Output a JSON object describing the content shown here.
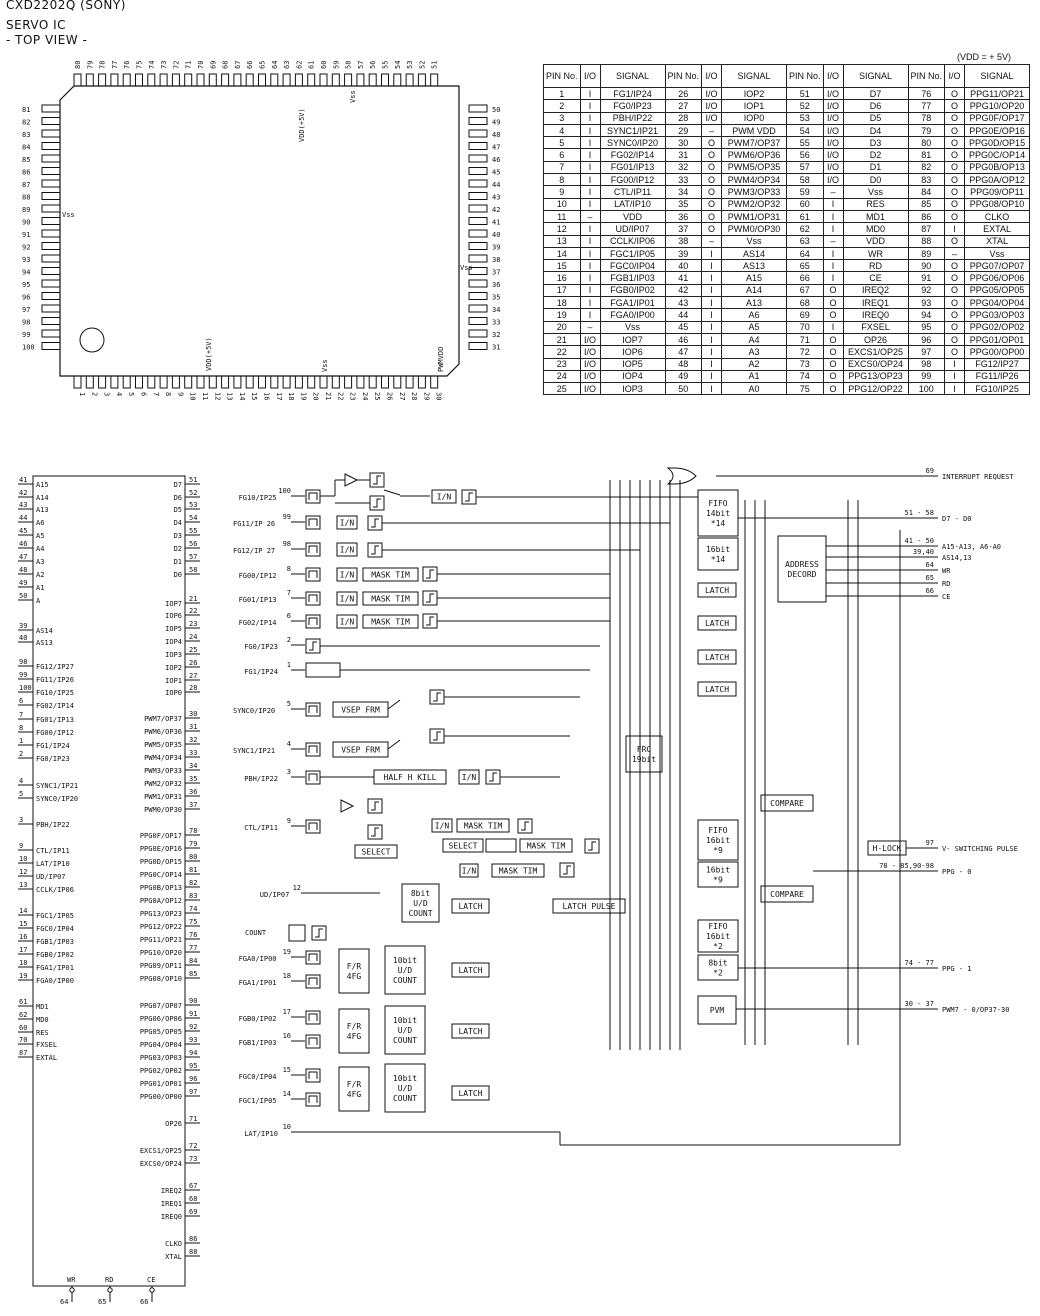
{
  "header": {
    "part": "CXD2202Q (SONY)",
    "kind": "SERVO IC",
    "view": "- TOP VIEW -"
  },
  "package": {
    "top_pins": [
      "80",
      "79",
      "78",
      "77",
      "76",
      "75",
      "74",
      "73",
      "72",
      "71",
      "70",
      "69",
      "68",
      "67",
      "66",
      "65",
      "64",
      "63",
      "62",
      "61",
      "60",
      "59",
      "58",
      "57",
      "56",
      "55",
      "54",
      "53",
      "52",
      "51"
    ],
    "bottom_pins": [
      "1",
      "2",
      "3",
      "4",
      "5",
      "6",
      "7",
      "8",
      "9",
      "10",
      "11",
      "12",
      "13",
      "14",
      "15",
      "16",
      "17",
      "18",
      "19",
      "20",
      "21",
      "22",
      "23",
      "24",
      "25",
      "26",
      "27",
      "28",
      "29",
      "30"
    ],
    "left_pins": [
      "81",
      "82",
      "83",
      "84",
      "85",
      "86",
      "87",
      "88",
      "89",
      "90",
      "91",
      "92",
      "93",
      "94",
      "95",
      "96",
      "97",
      "98",
      "99",
      "100"
    ],
    "right_pins": [
      "50",
      "49",
      "48",
      "47",
      "46",
      "45",
      "44",
      "43",
      "42",
      "41",
      "40",
      "39",
      "38",
      "37",
      "36",
      "35",
      "34",
      "33",
      "32",
      "31"
    ],
    "labels": {
      "vdd_top": "VDD(+5V)",
      "vss_top": "Vss",
      "vss_left": "Vss",
      "vss_right": "Vss",
      "vdd_bottom": "VDD(+5V)",
      "vss_bottom": "Vss",
      "pwm_vdd": "PWMVDD"
    }
  },
  "pin_table": {
    "supply_note": "(VDD = + 5V)",
    "headers": [
      "PIN No.",
      "I/O",
      "SIGNAL"
    ],
    "rows": [
      [
        [
          "1",
          "I",
          "FG1/IP24"
        ],
        [
          "26",
          "I/O",
          "IOP2"
        ],
        [
          "51",
          "I/O",
          "D7"
        ],
        [
          "76",
          "O",
          "PPG11/OP21"
        ]
      ],
      [
        [
          "2",
          "I",
          "FG0/IP23"
        ],
        [
          "27",
          "I/O",
          "IOP1"
        ],
        [
          "52",
          "I/O",
          "D6"
        ],
        [
          "77",
          "O",
          "PPG10/OP20"
        ]
      ],
      [
        [
          "3",
          "I",
          "PBH/IP22"
        ],
        [
          "28",
          "I/O",
          "IOP0"
        ],
        [
          "53",
          "I/O",
          "D5"
        ],
        [
          "78",
          "O",
          "PPG0F/OP17"
        ]
      ],
      [
        [
          "4",
          "I",
          "SYNC1/IP21"
        ],
        [
          "29",
          "–",
          "PWM VDD"
        ],
        [
          "54",
          "I/O",
          "D4"
        ],
        [
          "79",
          "O",
          "PPG0E/OP16"
        ]
      ],
      [
        [
          "5",
          "I",
          "SYNC0/IP20"
        ],
        [
          "30",
          "O",
          "PWM7/OP37"
        ],
        [
          "55",
          "I/O",
          "D3"
        ],
        [
          "80",
          "O",
          "PPG0D/OP15"
        ]
      ],
      [
        [
          "6",
          "I",
          "FG02/IP14"
        ],
        [
          "31",
          "O",
          "PWM6/OP36"
        ],
        [
          "56",
          "I/O",
          "D2"
        ],
        [
          "81",
          "O",
          "PPG0C/OP14"
        ]
      ],
      [
        [
          "7",
          "I",
          "FG01/IP13"
        ],
        [
          "32",
          "O",
          "PWM5/OP35"
        ],
        [
          "57",
          "I/O",
          "D1"
        ],
        [
          "82",
          "O",
          "PPG0B/OP13"
        ]
      ],
      [
        [
          "8",
          "I",
          "FG00/IP12"
        ],
        [
          "33",
          "O",
          "PWM4/OP34"
        ],
        [
          "58",
          "I/O",
          "D0"
        ],
        [
          "83",
          "O",
          "PPG0A/OP12"
        ]
      ],
      [
        [
          "9",
          "I",
          "CTL/IP11"
        ],
        [
          "34",
          "O",
          "PWM3/OP33"
        ],
        [
          "59",
          "–",
          "Vss"
        ],
        [
          "84",
          "O",
          "PPG09/OP11"
        ]
      ],
      [
        [
          "10",
          "I",
          "LAT/IP10"
        ],
        [
          "35",
          "O",
          "PWM2/OP32"
        ],
        [
          "60",
          "I",
          "RES"
        ],
        [
          "85",
          "O",
          "PPG08/OP10"
        ]
      ],
      [
        [
          "11",
          "–",
          "VDD"
        ],
        [
          "36",
          "O",
          "PWM1/OP31"
        ],
        [
          "61",
          "I",
          "MD1"
        ],
        [
          "86",
          "O",
          "CLKO"
        ]
      ],
      [
        [
          "12",
          "I",
          "UD/IP07"
        ],
        [
          "37",
          "O",
          "PWM0/OP30"
        ],
        [
          "62",
          "I",
          "MD0"
        ],
        [
          "87",
          "I",
          "EXTAL"
        ]
      ],
      [
        [
          "13",
          "I",
          "CCLK/IP06"
        ],
        [
          "38",
          "–",
          "Vss"
        ],
        [
          "63",
          "–",
          "VDD"
        ],
        [
          "88",
          "O",
          "XTAL"
        ]
      ],
      [
        [
          "14",
          "I",
          "FGC1/IP05"
        ],
        [
          "39",
          "I",
          "AS14"
        ],
        [
          "64",
          "I",
          "WR"
        ],
        [
          "89",
          "–",
          "Vss"
        ]
      ],
      [
        [
          "15",
          "I",
          "FGC0/IP04"
        ],
        [
          "40",
          "I",
          "AS13"
        ],
        [
          "65",
          "I",
          "RD"
        ],
        [
          "90",
          "O",
          "PPG07/OP07"
        ]
      ],
      [
        [
          "16",
          "I",
          "FGB1/IP03"
        ],
        [
          "41",
          "I",
          "A15"
        ],
        [
          "66",
          "I",
          "CE"
        ],
        [
          "91",
          "O",
          "PPG06/OP06"
        ]
      ],
      [
        [
          "17",
          "I",
          "FGB0/IP02"
        ],
        [
          "42",
          "I",
          "A14"
        ],
        [
          "67",
          "O",
          "IREQ2"
        ],
        [
          "92",
          "O",
          "PPG05/OP05"
        ]
      ],
      [
        [
          "18",
          "I",
          "FGA1/IP01"
        ],
        [
          "43",
          "I",
          "A13"
        ],
        [
          "68",
          "O",
          "IREQ1"
        ],
        [
          "93",
          "O",
          "PPG04/OP04"
        ]
      ],
      [
        [
          "19",
          "I",
          "FGA0/IP00"
        ],
        [
          "44",
          "I",
          "A6"
        ],
        [
          "69",
          "O",
          "IREQ0"
        ],
        [
          "94",
          "O",
          "PPG03/OP03"
        ]
      ],
      [
        [
          "20",
          "–",
          "Vss"
        ],
        [
          "45",
          "I",
          "A5"
        ],
        [
          "70",
          "I",
          "FXSEL"
        ],
        [
          "95",
          "O",
          "PPG02/OP02"
        ]
      ],
      [
        [
          "21",
          "I/O",
          "IOP7"
        ],
        [
          "46",
          "I",
          "A4"
        ],
        [
          "71",
          "O",
          "OP26"
        ],
        [
          "96",
          "O",
          "PPG01/OP01"
        ]
      ],
      [
        [
          "22",
          "I/O",
          "IOP6"
        ],
        [
          "47",
          "I",
          "A3"
        ],
        [
          "72",
          "O",
          "EXCS1/OP25"
        ],
        [
          "97",
          "O",
          "PPG00/OP00"
        ]
      ],
      [
        [
          "23",
          "I/O",
          "IOP5"
        ],
        [
          "48",
          "I",
          "A2"
        ],
        [
          "73",
          "O",
          "EXCS0/OP24"
        ],
        [
          "98",
          "I",
          "FG12/IP27"
        ]
      ],
      [
        [
          "24",
          "I/O",
          "IOP4"
        ],
        [
          "49",
          "I",
          "A1"
        ],
        [
          "74",
          "O",
          "PPG13/OP23"
        ],
        [
          "99",
          "I",
          "FG11/IP26"
        ]
      ],
      [
        [
          "25",
          "I/O",
          "IOP3"
        ],
        [
          "50",
          "I",
          "A0"
        ],
        [
          "75",
          "O",
          "PPG12/OP22"
        ],
        [
          "100",
          "I",
          "FG10/IP25"
        ]
      ]
    ]
  },
  "symbol": {
    "left": [
      [
        "41",
        "A15"
      ],
      [
        "42",
        "A14"
      ],
      [
        "43",
        "A13"
      ],
      [
        "44",
        "A6"
      ],
      [
        "45",
        "A5"
      ],
      [
        "46",
        "A4"
      ],
      [
        "47",
        "A3"
      ],
      [
        "48",
        "A2"
      ],
      [
        "49",
        "A1"
      ],
      [
        "50",
        "A"
      ],
      [
        "39",
        "AS14"
      ],
      [
        "40",
        "AS13"
      ],
      [
        "98",
        "FG12/IP27"
      ],
      [
        "99",
        "FG11/IP26"
      ],
      [
        "100",
        "FG10/IP25"
      ],
      [
        "6",
        "FG02/IP14"
      ],
      [
        "7",
        "FG01/IP13"
      ],
      [
        "8",
        "FG00/IP12"
      ],
      [
        "1",
        "FG1/IP24"
      ],
      [
        "2",
        "FG0/IP23"
      ],
      [
        "4",
        "SYNC1/IP21"
      ],
      [
        "5",
        "SYNC0/IP20"
      ],
      [
        "3",
        "PBH/IP22"
      ],
      [
        "9",
        "CTL/IP11"
      ],
      [
        "10",
        "LAT/IP10"
      ],
      [
        "12",
        "UD/IP07"
      ],
      [
        "13",
        "CCLK/IP06"
      ],
      [
        "14",
        "FGC1/IP05"
      ],
      [
        "15",
        "FGC0/IP04"
      ],
      [
        "16",
        "FGB1/IP03"
      ],
      [
        "17",
        "FGB0/IP02"
      ],
      [
        "18",
        "FGA1/IP01"
      ],
      [
        "19",
        "FGA0/IP00"
      ],
      [
        "61",
        "MD1"
      ],
      [
        "62",
        "MD0"
      ],
      [
        "60",
        "RES"
      ],
      [
        "70",
        "FXSEL"
      ],
      [
        "87",
        "EXTAL"
      ]
    ],
    "right": [
      [
        "51",
        "D7"
      ],
      [
        "52",
        "D6"
      ],
      [
        "53",
        "D5"
      ],
      [
        "54",
        "D4"
      ],
      [
        "55",
        "D3"
      ],
      [
        "56",
        "D2"
      ],
      [
        "57",
        "D1"
      ],
      [
        "58",
        "D0"
      ],
      [
        "21",
        "IOP7"
      ],
      [
        "22",
        "IOP6"
      ],
      [
        "23",
        "IOP5"
      ],
      [
        "24",
        "IOP4"
      ],
      [
        "25",
        "IOP3"
      ],
      [
        "26",
        "IOP2"
      ],
      [
        "27",
        "IOP1"
      ],
      [
        "28",
        "IOP0"
      ],
      [
        "30",
        "PWM7/OP37"
      ],
      [
        "31",
        "PWM6/OP36"
      ],
      [
        "32",
        "PWM5/OP35"
      ],
      [
        "33",
        "PWM4/OP34"
      ],
      [
        "34",
        "PWM3/OP33"
      ],
      [
        "35",
        "PWM2/OP32"
      ],
      [
        "36",
        "PWM1/OP31"
      ],
      [
        "37",
        "PWM0/OP30"
      ],
      [
        "78",
        "PPG0F/OP17"
      ],
      [
        "79",
        "PPG0E/OP16"
      ],
      [
        "80",
        "PPG0D/OP15"
      ],
      [
        "81",
        "PPG0C/OP14"
      ],
      [
        "82",
        "PPG0B/OP13"
      ],
      [
        "83",
        "PPG0A/OP12"
      ],
      [
        "74",
        "PPG13/OP23"
      ],
      [
        "75",
        "PPG12/OP22"
      ],
      [
        "76",
        "PPG11/OP21"
      ],
      [
        "77",
        "PPG10/OP20"
      ],
      [
        "84",
        "PPG09/OP11"
      ],
      [
        "85",
        "PPG08/OP10"
      ],
      [
        "90",
        "PPG07/OP07"
      ],
      [
        "91",
        "PPG06/OP06"
      ],
      [
        "92",
        "PPG05/OP05"
      ],
      [
        "93",
        "PPG04/OP04"
      ],
      [
        "94",
        "PPG03/OP03"
      ],
      [
        "95",
        "PPG02/OP02"
      ],
      [
        "96",
        "PPG01/OP01"
      ],
      [
        "97",
        "PPG00/OP00"
      ],
      [
        "71",
        "OP26"
      ],
      [
        "72",
        "EXCS1/OP25"
      ],
      [
        "73",
        "EXCS0/OP24"
      ],
      [
        "67",
        "IREQ2"
      ],
      [
        "68",
        "IREQ1"
      ],
      [
        "69",
        "IREQ0"
      ],
      [
        "86",
        "CLKO"
      ],
      [
        "88",
        "XTAL"
      ]
    ],
    "bottom": [
      [
        "64",
        "WR"
      ],
      [
        "65",
        "RD"
      ],
      [
        "66",
        "CE"
      ]
    ]
  },
  "block": {
    "inputs": [
      [
        "100",
        "FG10/IP25"
      ],
      [
        "99",
        "FG11/IP 26"
      ],
      [
        "98",
        "FG12/IP 27"
      ],
      [
        "8",
        "FG00/IP12"
      ],
      [
        "7",
        "FG01/IP13"
      ],
      [
        "6",
        "FG02/IP14"
      ],
      [
        "2",
        "FG0/IP23"
      ],
      [
        "1",
        "FG1/IP24"
      ],
      [
        "5",
        "SYNC0/IP20"
      ],
      [
        "4",
        "SYNC1/IP21"
      ],
      [
        "3",
        "PBH/IP22"
      ],
      [
        "9",
        "CTL/IP11"
      ],
      [
        "12",
        "UD/IP07"
      ],
      [
        "",
        "COUNT"
      ],
      [
        "19",
        "FGA0/IP00"
      ],
      [
        "18",
        "FGA1/IP01"
      ],
      [
        "17",
        "FGB0/IP02"
      ],
      [
        "16",
        "FGB1/IP03"
      ],
      [
        "15",
        "FGC0/IP04"
      ],
      [
        "14",
        "FGC1/IP05"
      ],
      [
        "10",
        "LAT/IP10"
      ]
    ],
    "labels": {
      "inv": "I/N",
      "mask_tim": "MASK TIM",
      "latch": "LATCH",
      "vsep": "VSEP FRM",
      "half_h_kill": "HALF H KILL",
      "select": "SELECT",
      "fr4fg_a": "F/R",
      "fr4fg_b": "4FG",
      "cnt_a": "10bit",
      "cnt_b": "U/D",
      "cnt_c": "COUNT",
      "bit8_a": "8bit",
      "bit8_b": "U/D",
      "bit8_c": "COUNT",
      "latch_pulse": "LATCH PULSE",
      "frc_a": "FRC",
      "frc_b": "19bit",
      "compare": "COMPARE",
      "fifo": "FIFO",
      "fifo14_a": "14bit",
      "fifo14_b": "*14",
      "fifo16_a": "16bit",
      "fifo16_b": "*14",
      "fifo9_a": "16bit",
      "fifo9_b": "*9",
      "fifo9c_a": "16bit",
      "fifo9c_b": "*9",
      "fifo2_a": "16bit",
      "fifo2_b": "*2",
      "fifo2c_a": "8bit",
      "fifo2c_b": "*2",
      "pvm": "PVM",
      "addr_a": "ADDRESS",
      "addr_b": "DECORD",
      "hlock": "H-LOCK"
    },
    "outputs": [
      [
        "69",
        "INTERRUPT REQUEST"
      ],
      [
        "51 - 58",
        "D7 - D0"
      ],
      [
        "41 - 50",
        "A15-A13, A6-A0"
      ],
      [
        "39,40",
        "AS14,13"
      ],
      [
        "64",
        "WR"
      ],
      [
        "65",
        "RD"
      ],
      [
        "66",
        "CE"
      ],
      [
        "97",
        "V- SWITCHING PULSE"
      ],
      [
        "78 - 85,90-98",
        "PPG - 0"
      ],
      [
        "74 - 77",
        "PPG - 1"
      ],
      [
        "30 - 37",
        "PWM7 - 0/OP37-30"
      ]
    ]
  }
}
